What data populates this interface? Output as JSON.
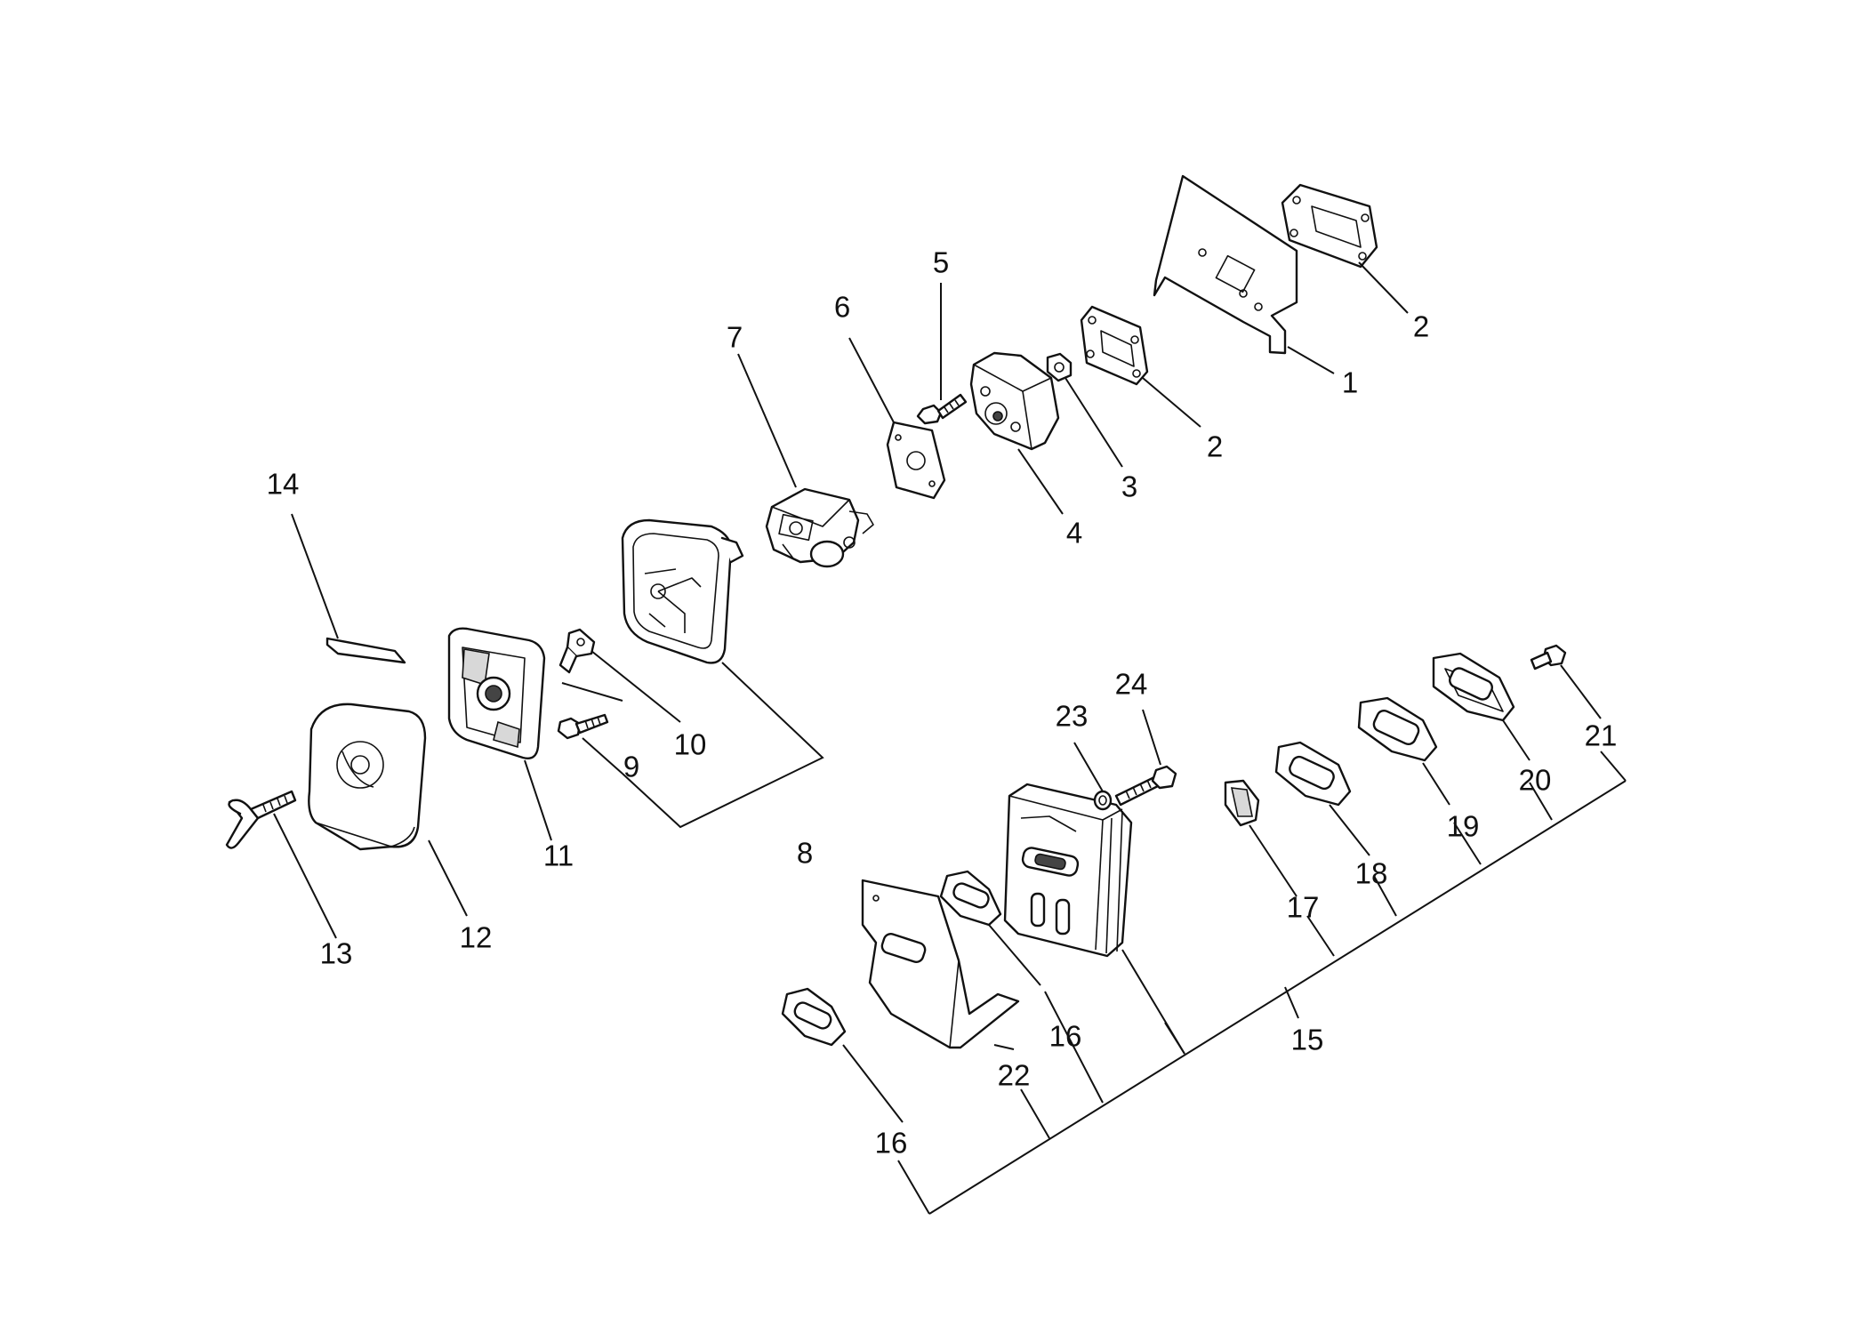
{
  "callouts": {
    "c1": "1",
    "c2a": "2",
    "c2b": "2",
    "c3": "3",
    "c4": "4",
    "c5": "5",
    "c6": "6",
    "c7": "7",
    "c8": "8",
    "c9": "9",
    "c10": "10",
    "c11": "11",
    "c12": "12",
    "c13": "13",
    "c14": "14",
    "c15": "15",
    "c16a": "16",
    "c16b": "16",
    "c17": "17",
    "c18": "18",
    "c19": "19",
    "c20": "20",
    "c21": "21",
    "c22": "22",
    "c23": "23",
    "c24": "24"
  }
}
